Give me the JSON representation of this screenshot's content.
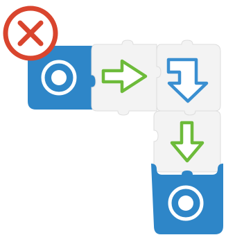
{
  "puzzle": {
    "status_icon": "error-x-icon",
    "colors": {
      "error_red": "#d9452e",
      "start_blue": "#2e86c8",
      "end_blue": "#2e86c8",
      "tile_bg": "#f3f3f3",
      "tile_edge": "#d8d8d8",
      "arrow_green": "#6dbb3a",
      "arrow_blue": "#3a8fd1"
    },
    "tiles": [
      {
        "kind": "start",
        "icon": "target-ring-icon"
      },
      {
        "kind": "arrow",
        "icon": "arrow-right-icon"
      },
      {
        "kind": "arrow",
        "icon": "arrow-turn-down-icon"
      },
      {
        "kind": "arrow",
        "icon": "arrow-down-icon"
      },
      {
        "kind": "end",
        "icon": "target-ring-icon"
      }
    ]
  }
}
